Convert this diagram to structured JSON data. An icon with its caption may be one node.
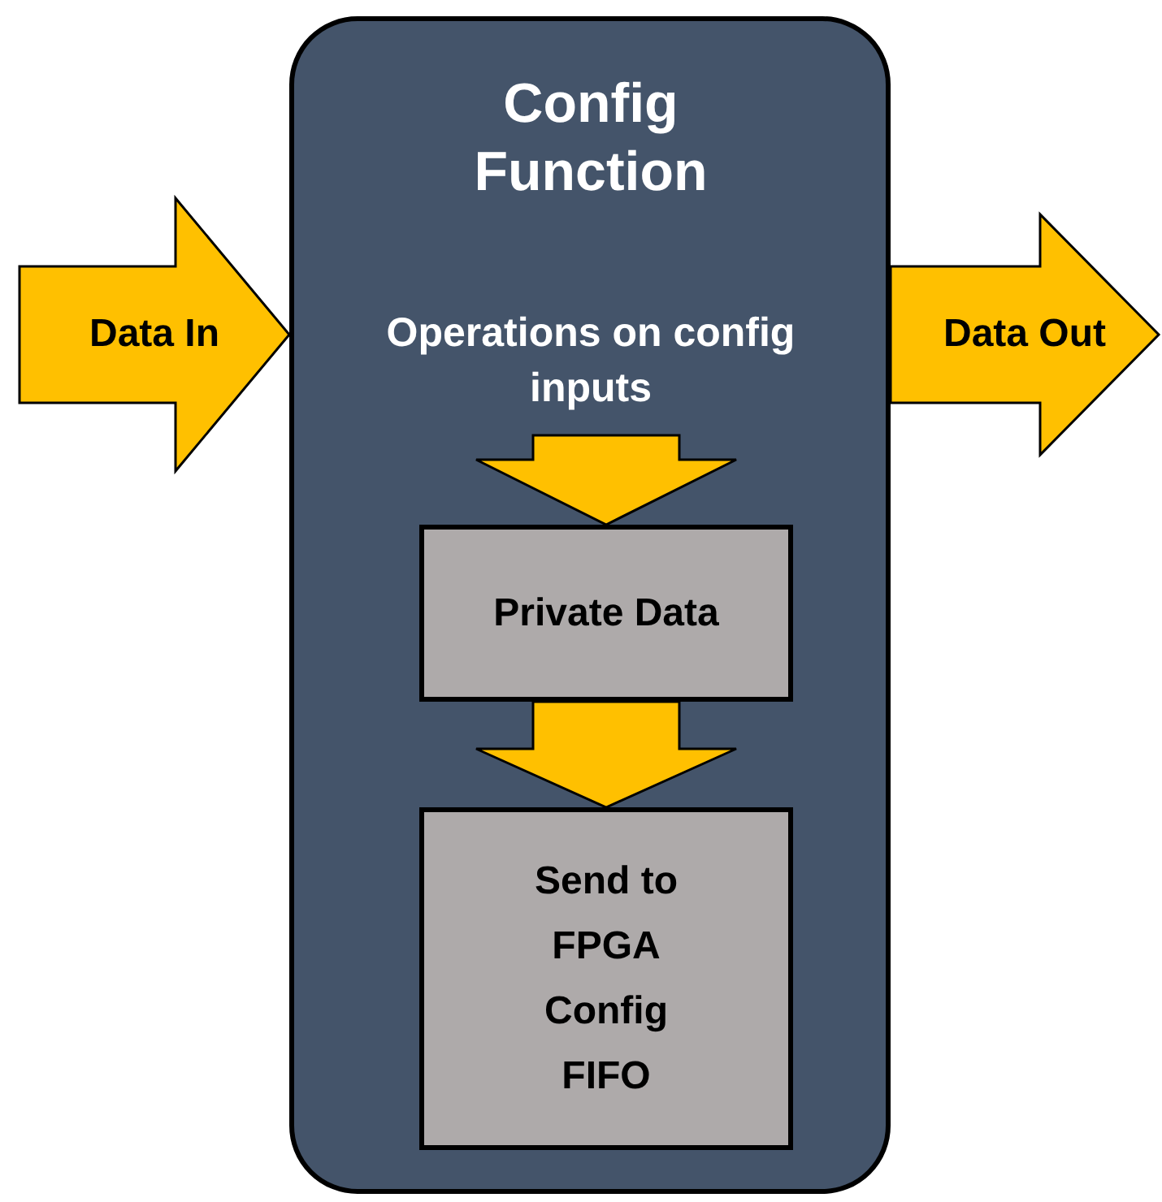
{
  "diagram": {
    "nodes": [
      {
        "text": [
          "Config Function",
          "Operations on config inputs"
        ]
      },
      {
        "text": [
          "Private Data"
        ],
        "in": 0
      },
      {
        "text": [
          "Send to FPGA Config FIFO"
        ],
        "in": 0
      }
    ],
    "edges": [
      {
        "from": null,
        "to": 0,
        "arrow": "to",
        "label": "Data In"
      },
      {
        "from": 0,
        "to": null,
        "arrow": "to",
        "label": "Data Out"
      },
      {
        "from": 0,
        "to": 1,
        "arrow": "to"
      },
      {
        "from": 1,
        "to": 2,
        "arrow": "to"
      }
    ]
  }
}
